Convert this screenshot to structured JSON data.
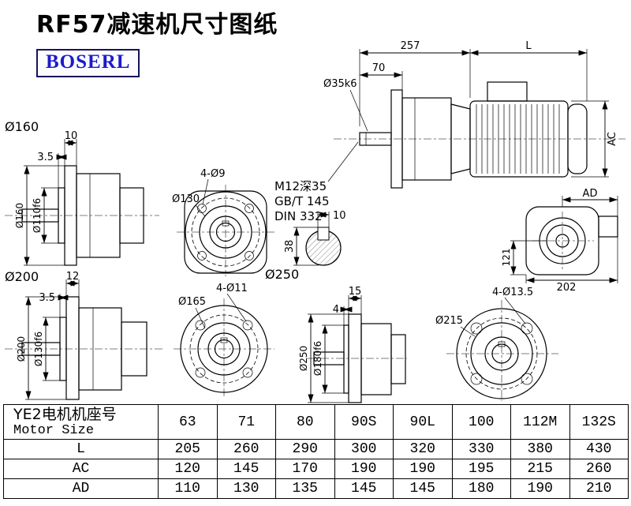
{
  "title": "RF57减速机尺寸图纸",
  "logo": "BOSERL",
  "colors": {
    "logo_text": "#1b1bcd",
    "logo_border": "#14145e",
    "line": "#000000"
  },
  "main_view": {
    "dim_257": "257",
    "dim_l": "L",
    "dim_70": "70",
    "dim_shaft": "Ø35k6",
    "dim_ac": "AC",
    "notes": {
      "tap": "M12深35",
      "gb": "GB/T 145",
      "din": "DIN 332"
    }
  },
  "flange160": {
    "label": "Ø160",
    "dim_thk": "10",
    "dim_step": "3.5",
    "dim_outer": "Ø160",
    "dim_register": "Ø110f6"
  },
  "front130": {
    "dim_holes": "4-Ø9",
    "dim_bolt_circle": "Ø130"
  },
  "shaft_section": {
    "dim_key_width": "10",
    "dim_height": "38"
  },
  "motor_view": {
    "dim_ad": "AD",
    "dim_121": "121",
    "dim_202": "202"
  },
  "flange200": {
    "label": "Ø200",
    "dim_thk": "12",
    "dim_step": "3.5",
    "dim_outer": "Ø200",
    "dim_register": "Ø130f6"
  },
  "front165": {
    "dim_holes": "4-Ø11",
    "dim_bolt_circle": "Ø165"
  },
  "side250": {
    "label": "Ø250",
    "dim_thk": "15",
    "dim_step": "4",
    "dim_outer": "Ø250",
    "dim_register": "Ø180f6"
  },
  "flange215": {
    "dim_holes": "4-Ø13.5",
    "dim_bolt_circle": "Ø215"
  },
  "table": {
    "header_cn": "YE2电机机座号",
    "header_en": "Motor Size",
    "sizes": [
      "63",
      "71",
      "80",
      "90S",
      "90L",
      "100",
      "112M",
      "132S"
    ],
    "rows": [
      {
        "label": "L",
        "values": [
          "205",
          "260",
          "290",
          "300",
          "320",
          "330",
          "380",
          "430"
        ]
      },
      {
        "label": "AC",
        "values": [
          "120",
          "145",
          "170",
          "190",
          "190",
          "195",
          "215",
          "260"
        ]
      },
      {
        "label": "AD",
        "values": [
          "110",
          "130",
          "135",
          "145",
          "145",
          "180",
          "190",
          "210"
        ]
      }
    ]
  }
}
